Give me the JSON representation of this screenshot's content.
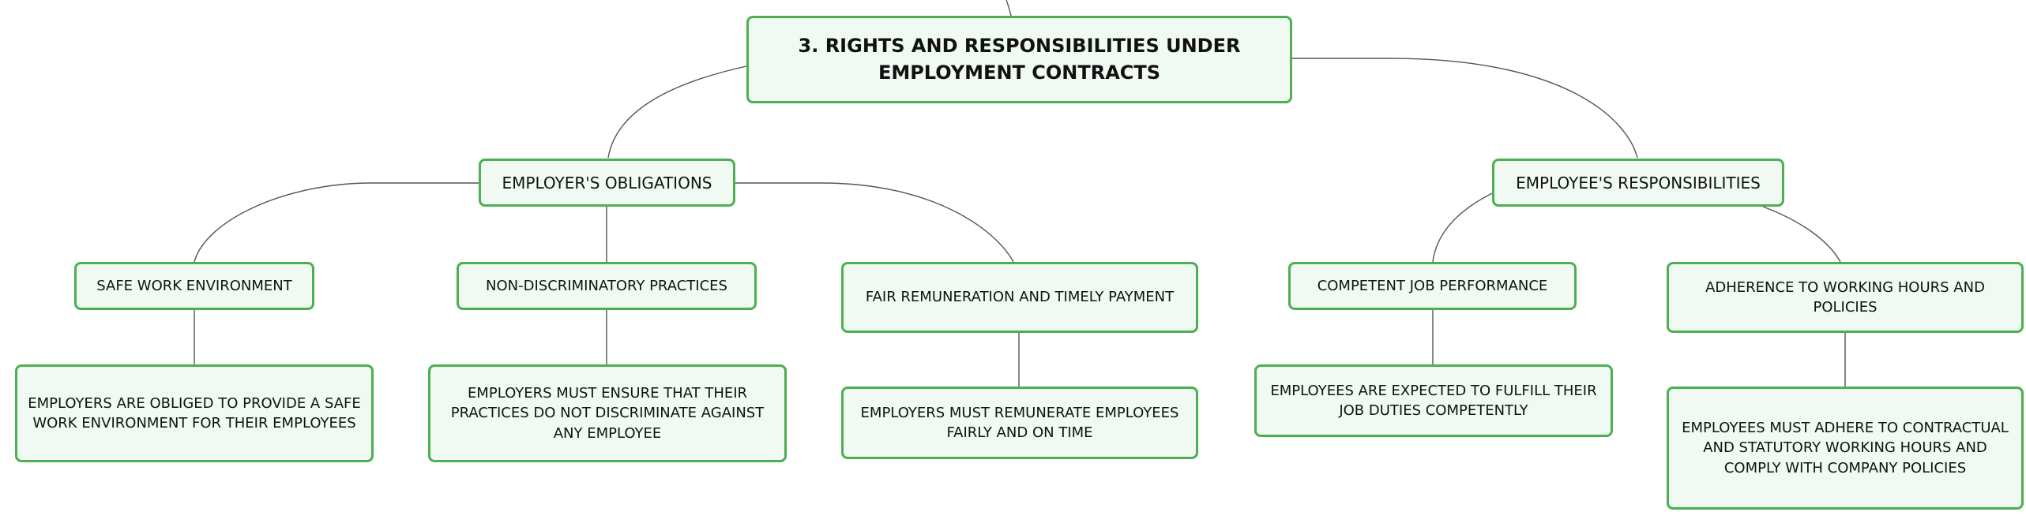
{
  "diagram": {
    "type": "mind-map",
    "colors": {
      "node_border": "#4caf50",
      "node_fill": "#f1f9f3",
      "link": "#555555",
      "text": "#111111"
    },
    "root": {
      "label": "3. RIGHTS AND RESPONSIBILITIES UNDER EMPLOYMENT CONTRACTS"
    },
    "branches": [
      {
        "label": "EMPLOYER'S OBLIGATIONS",
        "children": [
          {
            "label": "SAFE WORK ENVIRONMENT",
            "detail": "EMPLOYERS ARE OBLIGED TO PROVIDE A SAFE WORK ENVIRONMENT FOR THEIR EMPLOYEES"
          },
          {
            "label": "NON-DISCRIMINATORY PRACTICES",
            "detail": "EMPLOYERS MUST ENSURE THAT THEIR PRACTICES DO NOT DISCRIMINATE AGAINST ANY EMPLOYEE"
          },
          {
            "label": "FAIR REMUNERATION AND TIMELY PAYMENT",
            "detail": "EMPLOYERS MUST REMUNERATE EMPLOYEES FAIRLY AND ON TIME"
          }
        ]
      },
      {
        "label": "EMPLOYEE'S RESPONSIBILITIES",
        "children": [
          {
            "label": "COMPETENT JOB PERFORMANCE",
            "detail": "EMPLOYEES ARE EXPECTED TO FULFILL THEIR JOB DUTIES COMPETENTLY"
          },
          {
            "label": "ADHERENCE TO WORKING HOURS AND POLICIES",
            "detail": "EMPLOYEES MUST ADHERE TO CONTRACTUAL AND STATUTORY WORKING HOURS AND COMPLY WITH COMPANY POLICIES"
          }
        ]
      }
    ]
  }
}
